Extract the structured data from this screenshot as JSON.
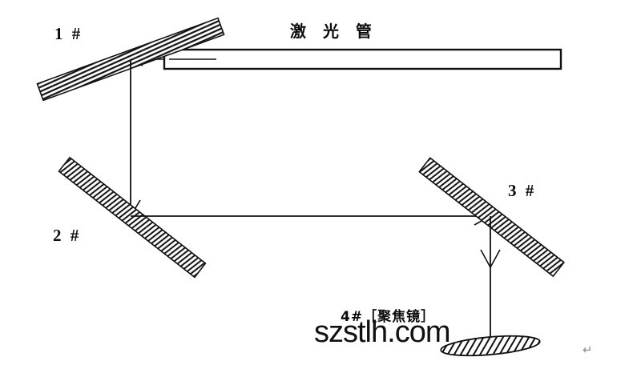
{
  "figure": {
    "title_text": "激 光 管",
    "watermark": "szstlh.com",
    "paragraph_mark": "↵"
  },
  "labels": {
    "mirror_1": "1 #",
    "mirror_2": "2 #",
    "mirror_3": "3 #",
    "laser_tube": "激 光 管",
    "focus_lens": "4#［聚焦镜］"
  },
  "colors": {
    "stroke": "#111111",
    "hatch": "#111111",
    "background": "#ffffff",
    "watermark": "#111111",
    "paragraph_mark": "#8d8d8d"
  },
  "components": [
    {
      "name": "laser-tube",
      "type": "rectangle",
      "label": "激 光 管"
    },
    {
      "name": "mirror-1",
      "type": "hatched-mirror",
      "label": "1 #"
    },
    {
      "name": "mirror-2",
      "type": "hatched-mirror",
      "label": "2 #"
    },
    {
      "name": "mirror-3",
      "type": "hatched-mirror",
      "label": "3 #"
    },
    {
      "name": "focus-lens",
      "type": "hatched-lens",
      "label": "4#［聚焦镜］"
    }
  ],
  "beam_path": [
    {
      "name": "beam-tube-to-mirror-1",
      "orientation": "horizontal"
    },
    {
      "name": "beam-mirror-1-to-mirror-2",
      "orientation": "vertical"
    },
    {
      "name": "beam-mirror-2-to-mirror-3",
      "orientation": "horizontal"
    },
    {
      "name": "beam-mirror-3-to-lens",
      "orientation": "vertical"
    }
  ]
}
